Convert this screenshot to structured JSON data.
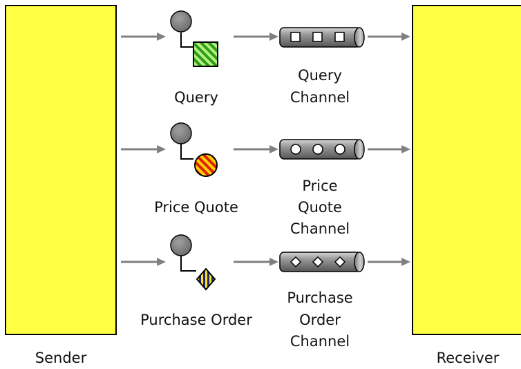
{
  "endpoints": {
    "sender": "Sender",
    "receiver": "Receiver"
  },
  "messages": [
    {
      "label": "Query",
      "shape": "square",
      "pattern": "green-diagonal-stripes"
    },
    {
      "label": "Price Quote",
      "shape": "circle",
      "pattern": "red-yellow-diagonal-stripes"
    },
    {
      "label": "Purchase Order",
      "shape": "diamond",
      "pattern": "navy-yellow-vertical-stripes"
    }
  ],
  "channels": [
    {
      "lines": [
        "Query",
        "Channel"
      ],
      "slot_shape": "square"
    },
    {
      "lines": [
        "Price",
        "Quote",
        "Channel"
      ],
      "slot_shape": "circle"
    },
    {
      "lines": [
        "Purchase",
        "Order",
        "Channel"
      ],
      "slot_shape": "diamond"
    }
  ],
  "colors": {
    "endpoint_fill": "#ffff44",
    "endpoint_border": "#000000",
    "arrow": "#808080",
    "channel_body": "#8c8c8c",
    "node_grey": "#7a7a7a"
  }
}
